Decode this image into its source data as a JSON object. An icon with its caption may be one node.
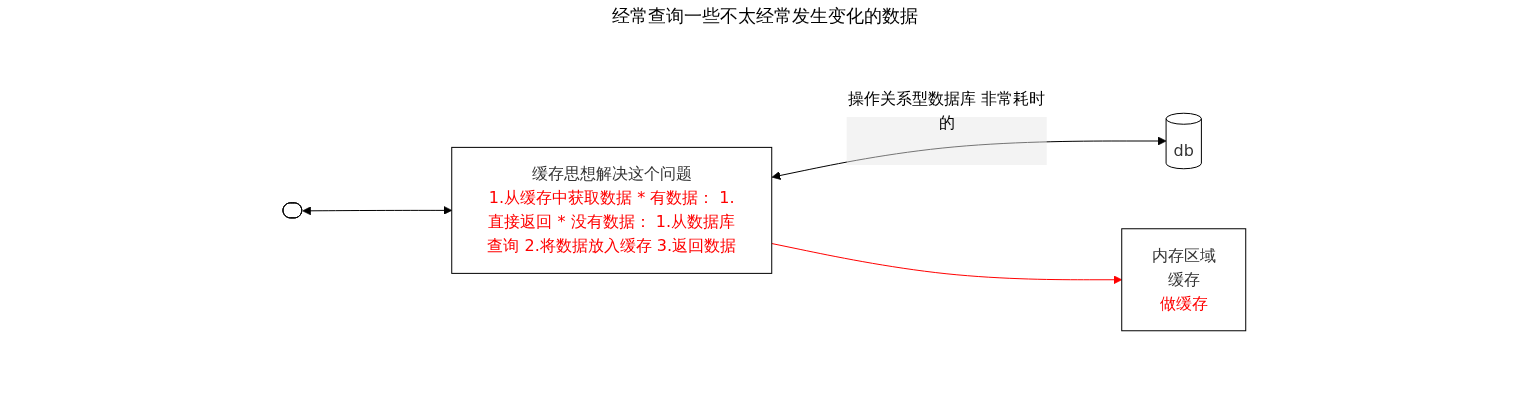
{
  "diagram": {
    "title": "经常查询一些不太经常发生变化的数据",
    "nodes": [
      {
        "text": [],
        "shape": "ellipse"
      },
      {
        "text": [
          "缓存思想解决这个问题",
          "1.从缓存中获取数据 * 有数据： 1.直接返回 * 没有数据： 1.从数据库查询 2.将数据放入缓存 3.返回数据"
        ]
      },
      {
        "text": [
          "db"
        ]
      },
      {
        "text": [
          "内存区域",
          "缓存",
          "做缓存"
        ]
      }
    ],
    "edges": [
      {
        "from": 0,
        "to": 1,
        "arrow": "both"
      },
      {
        "from": 1,
        "to": 2,
        "arrow": "both",
        "label": "操作关系型数据库 非常耗时的"
      },
      {
        "from": 1,
        "to": 3,
        "arrow": "to",
        "color": "#ff0000"
      }
    ]
  }
}
